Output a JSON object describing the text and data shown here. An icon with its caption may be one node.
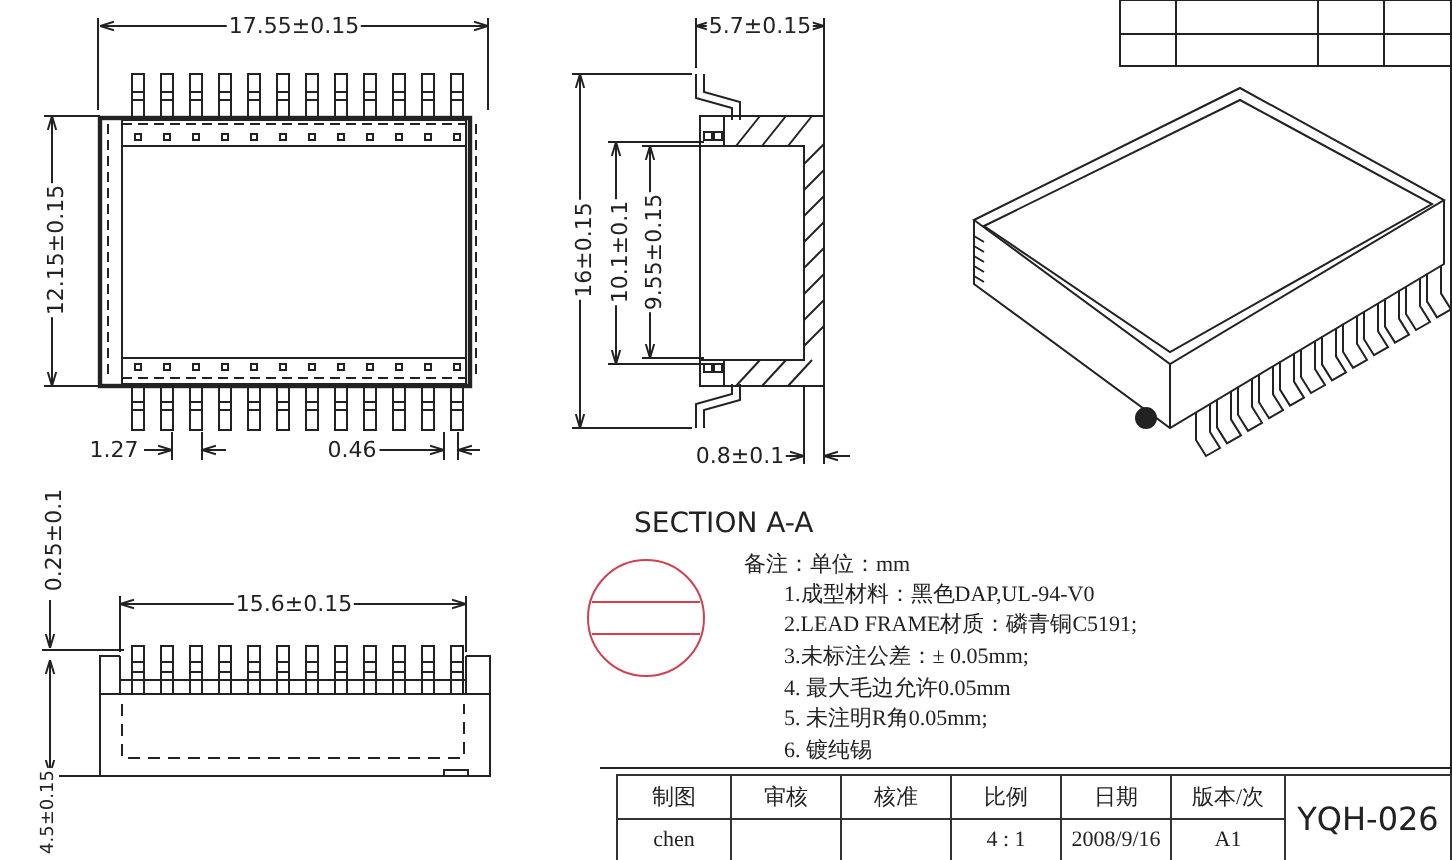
{
  "diagram": {
    "labels": [
      "17.55±0.15",
      "5.7±0.15",
      "12.15±0.15",
      "16±0.15",
      "10.1±0.1",
      "9.55±0.15",
      "1.27",
      "0.46",
      "0.8±0.1",
      "SECTION A-A",
      "0.25±0.1",
      "15.6±0.15",
      "备注：",
      "单位：mm",
      "1.成型材料：黑色DAP,UL-94-V0",
      "2.LEAD FRAME材质：磷青铜C5191;",
      "3.未标注公差：± 0.05mm;",
      "4. 最大毛边允许0.05mm",
      "5. 未注明R角0.05mm;",
      "6. 镀纯锡",
      "4.5±0.15",
      "制图",
      "审核",
      "核准",
      "比例",
      "日期",
      "版本/次",
      "YQH-026",
      "chen",
      "4 : 1",
      "2008/9/16",
      "A1"
    ]
  }
}
